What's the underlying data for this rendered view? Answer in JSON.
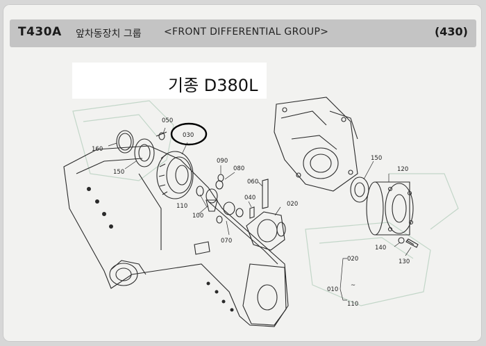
{
  "header": {
    "code": "T430A",
    "title_ko": "앞차동장치 그룹",
    "title_en": "<FRONT DIFFERENTIAL GROUP>",
    "ref": "(430)"
  },
  "model_label": "기종 D380L",
  "parts": {
    "p010": "010",
    "p020": "020",
    "p020b": "020",
    "p030": "030",
    "p040": "040",
    "p050": "050",
    "p060": "060",
    "p070": "070",
    "p080": "080",
    "p090": "090",
    "p100": "100",
    "p110": "110",
    "p110b": "110",
    "p120": "120",
    "p130": "130",
    "p140": "140",
    "p150a": "150",
    "p150b": "150",
    "p160": "160",
    "range_tilde": "~"
  },
  "colors": {
    "line": "#2a2a2a",
    "ghost": "#bcd0c4",
    "circle": "#000000"
  }
}
